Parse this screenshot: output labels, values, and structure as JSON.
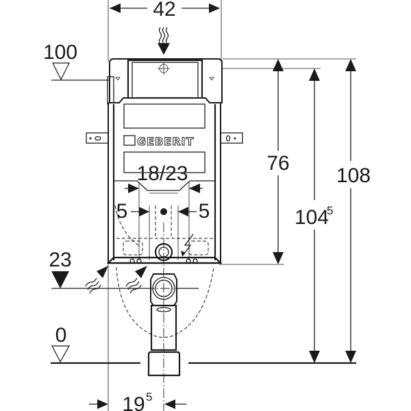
{
  "drawing": {
    "brand": "GEBERIT",
    "subject": "Concealed cistern installation frame",
    "colors": {
      "line": "#1a1a1a",
      "background": "#ffffff"
    }
  },
  "dimensions": {
    "width_top": {
      "value": "42"
    },
    "level_100": {
      "value": "100"
    },
    "level_23": {
      "value": "23"
    },
    "level_0": {
      "value": "0"
    },
    "height_76": {
      "value": "76"
    },
    "height_104_5": {
      "value": "104",
      "superscript": "5"
    },
    "height_108": {
      "value": "108"
    },
    "drain_spacing": {
      "value": "18/23"
    },
    "offset_left": {
      "value": "5"
    },
    "offset_right": {
      "value": "5"
    },
    "bottom_offset": {
      "value": "19",
      "superscript": "5"
    }
  },
  "symbols": {
    "water_supply_top": "heat-wave-icon",
    "water_supply_bottom_left": "heat-wave-icon",
    "water_supply_bottom_mid": "heat-wave-icon",
    "electrical": "lightning-icon",
    "crosshair": "crosshair-icon"
  }
}
